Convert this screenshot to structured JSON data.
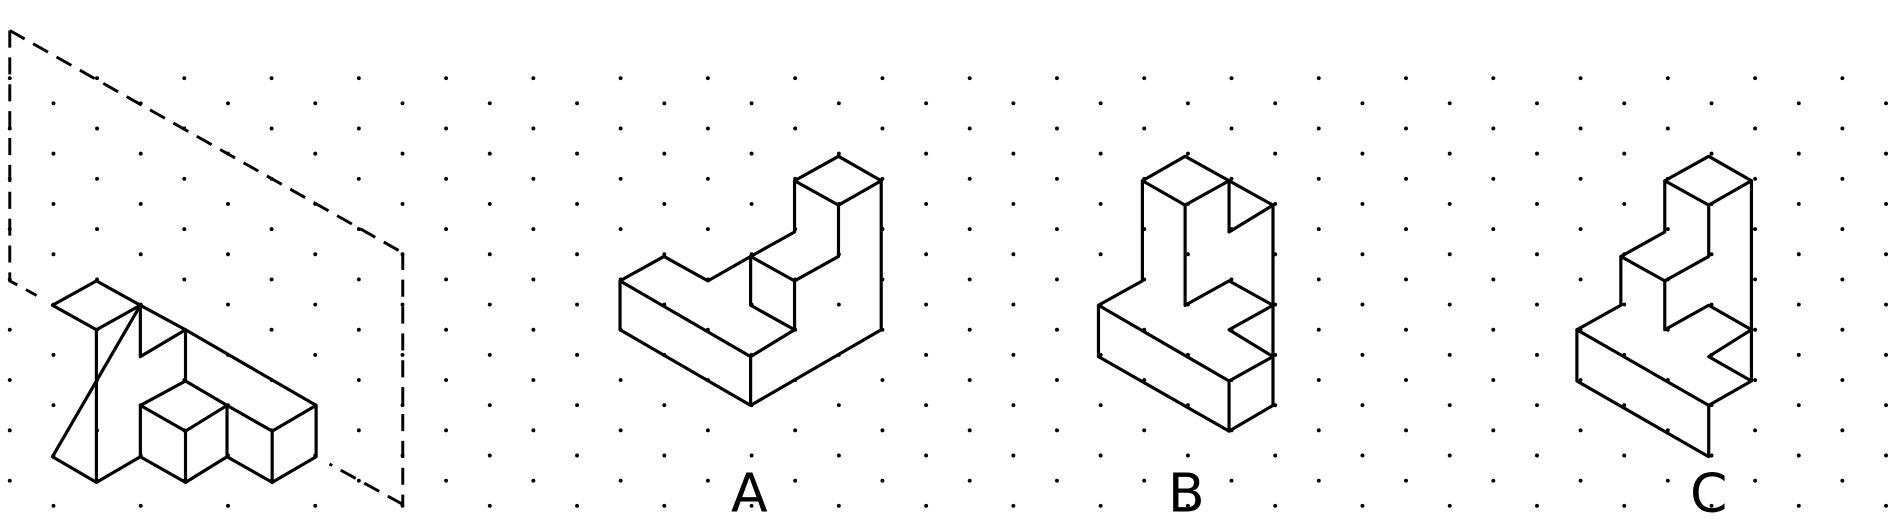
{
  "figure": {
    "options": [
      {
        "label": "A"
      },
      {
        "label": "B"
      },
      {
        "label": "C"
      }
    ]
  },
  "colors": {
    "ink": "#000000",
    "background": "#ffffff"
  }
}
